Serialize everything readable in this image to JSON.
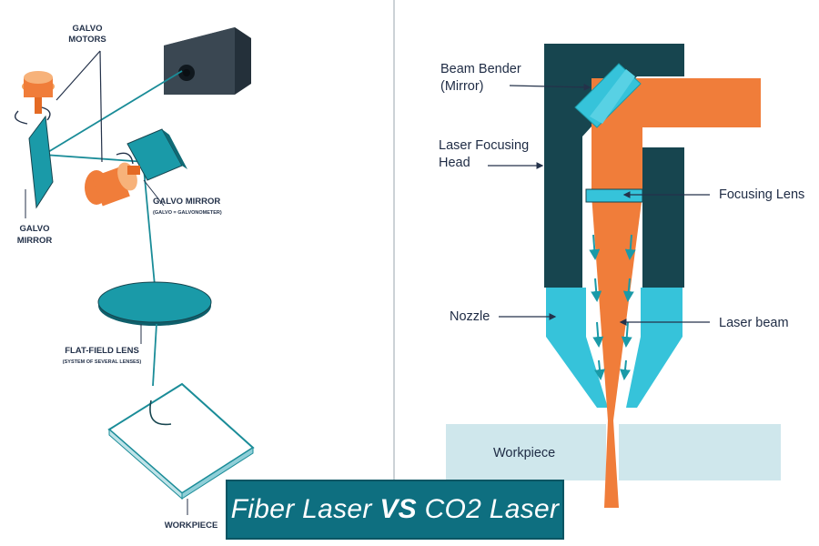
{
  "left_diagram": {
    "galvo_motors_line1": "GALVO",
    "galvo_motors_line2": "MOTORS",
    "galvo_mirror_left_line1": "GALVO",
    "galvo_mirror_left_line2": "MIRROR",
    "galvo_mirror_main": "GALVO MIRROR",
    "galvo_mirror_sub": "(GALVO = GALVONOMETER)",
    "flat_field_lens": "FLAT-FIELD LENS",
    "flat_field_lens_sub": "(SYSTEM OF SEVERAL LENSES)",
    "workpiece": "WORKPIECE"
  },
  "right_diagram": {
    "beam_bender_line1": "Beam Bender",
    "beam_bender_line2": "(Mirror)",
    "focusing_head_line1": "Laser Focusing",
    "focusing_head_line2": "Head",
    "focusing_lens": "Focusing Lens",
    "nozzle": "Nozzle",
    "laser_beam": "Laser beam",
    "workpiece": "Workpiece"
  },
  "banner": {
    "part1": "Fiber Laser ",
    "part2": "VS",
    "part3": " CO2 Laser"
  },
  "colors": {
    "teal": "#1a9aa8",
    "dark_teal": "#17454f",
    "orange": "#f07d3a",
    "cyan": "#36c3da",
    "light_blue": "#cfe7ec",
    "banner_bg": "#0e6f80"
  }
}
